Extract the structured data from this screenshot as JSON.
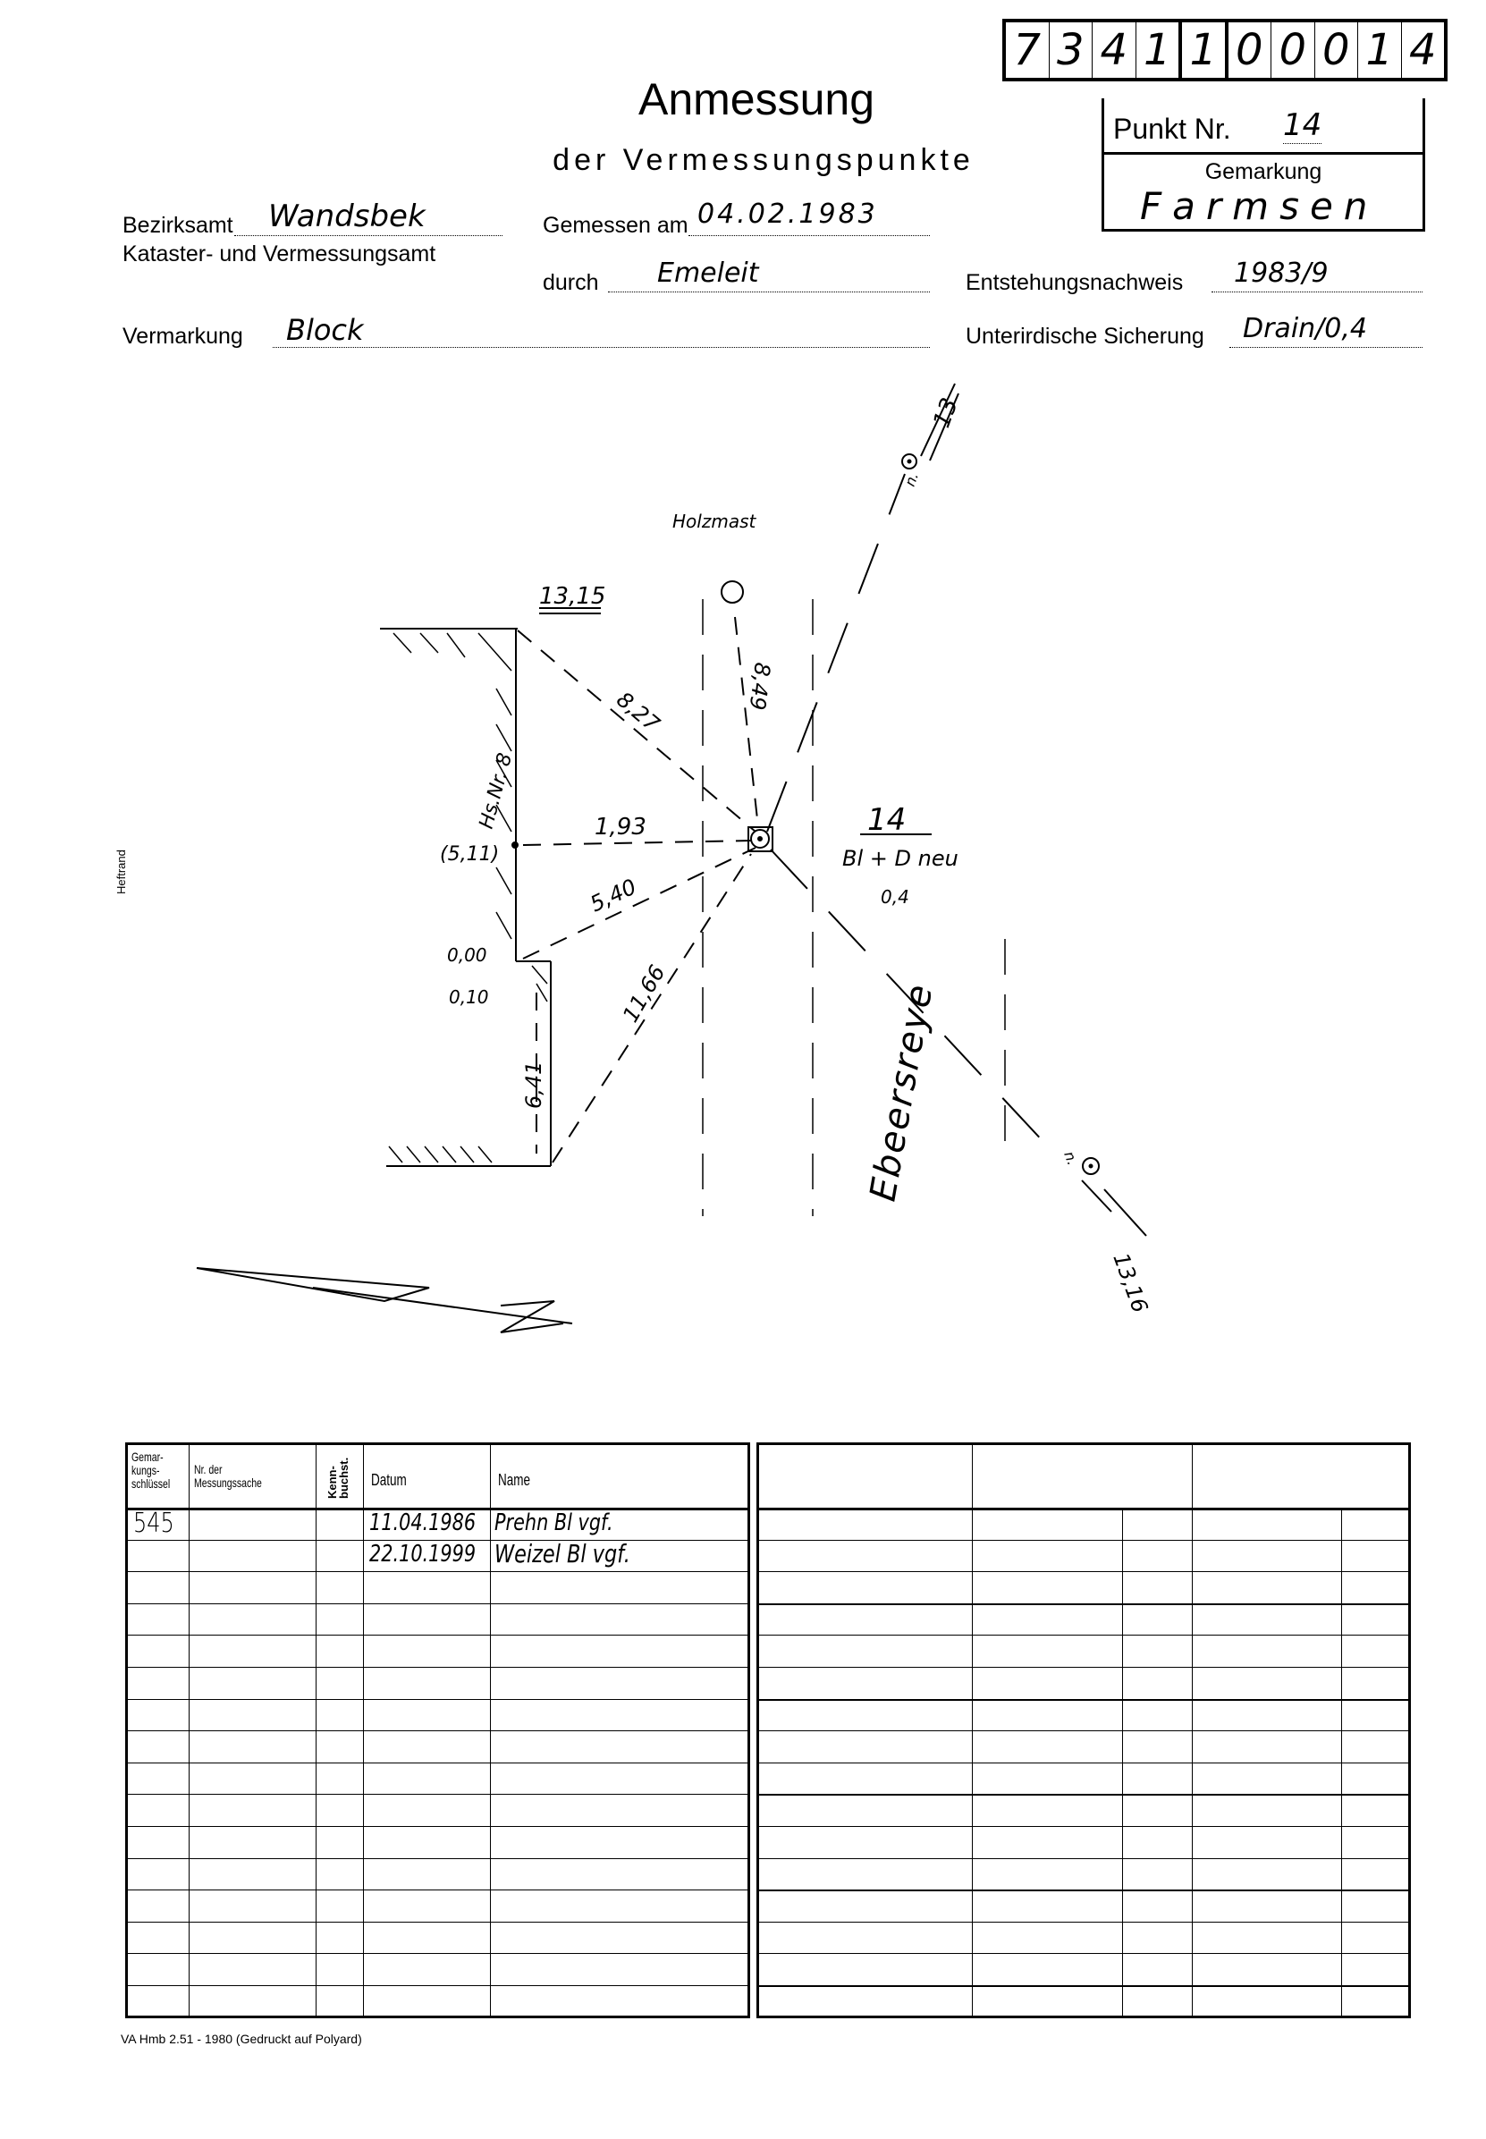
{
  "document_number_digits": [
    "7",
    "3",
    "4",
    "1",
    "1",
    "0",
    "0",
    "0",
    "1",
    "4"
  ],
  "title": "Anmessung",
  "subtitle": "der Vermessungspunkte",
  "punkt": {
    "label": "Punkt Nr.",
    "value": "14",
    "gemarkung_label": "Gemarkung",
    "gemarkung_value": "Farmsen"
  },
  "fields": {
    "bezirksamt_label": "Bezirksamt",
    "bezirksamt_value": "Wandsbek",
    "kataster_label": "Kataster- und Vermessungsamt",
    "gemessen_label": "Gemessen am",
    "gemessen_value": "04.02.1983",
    "durch_label": "durch",
    "durch_value": "Emeleit",
    "entstehung_label": "Entstehungsnachweis",
    "entstehung_value": "1983/9",
    "vermarkung_label": "Vermarkung",
    "vermarkung_value": "Block",
    "sicherung_label": "Unterirdische Sicherung",
    "sicherung_value": "Drain/0,4"
  },
  "margin_label": "Heftrand",
  "sketch": {
    "holzmast": "Holzmast",
    "p1315": "13,15",
    "p13": "13",
    "p1316": "13,16",
    "house": "Hs.Nr. 8",
    "d511": "(5,11)",
    "d000": "0,00",
    "d010": "0,10",
    "m827": "8,27",
    "m849": "8,49",
    "m193": "1,93",
    "m540": "5,40",
    "m1166": "11,66",
    "m641": "6,41",
    "point": "14",
    "point_note": "Bl + D neu",
    "point_depth": "0,4",
    "street": "Ebeersreye",
    "n13": "n.",
    "n1316": "n."
  },
  "table": {
    "headers": [
      "Gemar-kungs-schlüssel",
      "Nr. der Messungssache",
      "Kenn-buchst.",
      "Datum",
      "Name"
    ],
    "rows": [
      {
        "schluessel": "545",
        "nr": "",
        "kenn": "",
        "datum": "11.04.1986",
        "name": "Prehn Bl vgf."
      },
      {
        "schluessel": "",
        "nr": "",
        "kenn": "",
        "datum": "22.10.1999",
        "name": "Weizel Bl vgf."
      }
    ]
  },
  "footer": "VA Hmb 2.51 - 1980 (Gedruckt auf Polyard)"
}
